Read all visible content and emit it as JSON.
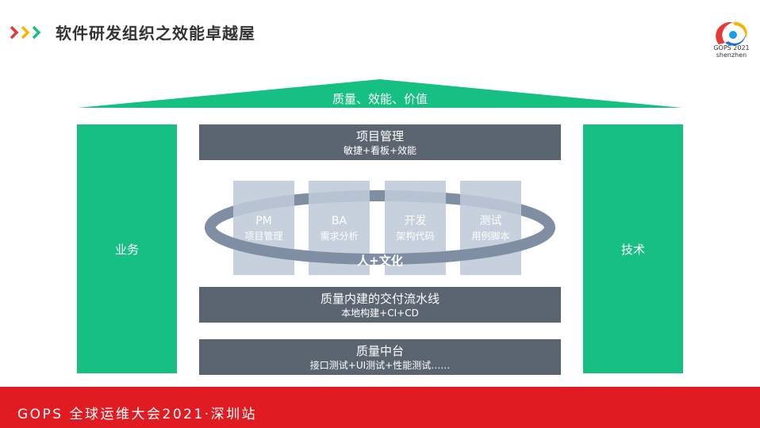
{
  "header": {
    "title": "软件研发组织之效能卓越屋",
    "logo": {
      "brand_line": "GOPS 2021",
      "city_line": "shenzhen",
      "icon": "gops-logo-icon"
    },
    "bullet_icon": "triple-chevron-icon",
    "colors": {
      "chevron1": "#e53935",
      "chevron2": "#f7b500",
      "chevron3": "#16c082"
    }
  },
  "house": {
    "roof_label": "质量、效能、价值",
    "left_pillar": "业务",
    "right_pillar": "技术",
    "project_mgmt": {
      "title": "项目管理",
      "subtitle": "敏捷+看板+效能"
    },
    "cards": [
      {
        "title": "PM",
        "subtitle": "项目管理"
      },
      {
        "title": "BA",
        "subtitle": "需求分析"
      },
      {
        "title": "开发",
        "subtitle": "架构代码"
      },
      {
        "title": "测试",
        "subtitle": "用例脚本"
      }
    ],
    "ring_label": "人+文化",
    "pipeline": {
      "title": "质量内建的交付流水线",
      "subtitle": "本地构建+CI+CD"
    },
    "quality_platform": {
      "title": "质量中台",
      "subtitle": "接口测试+UI测试+性能测试……"
    },
    "colors": {
      "green": "#16c082",
      "dark_bar": "#5a6570",
      "card": "#bfcbd9",
      "ring": "#7f8ea3"
    }
  },
  "footer": {
    "text": "GOPS 全球运维大会2021·深圳站",
    "color": "#e01b22"
  }
}
